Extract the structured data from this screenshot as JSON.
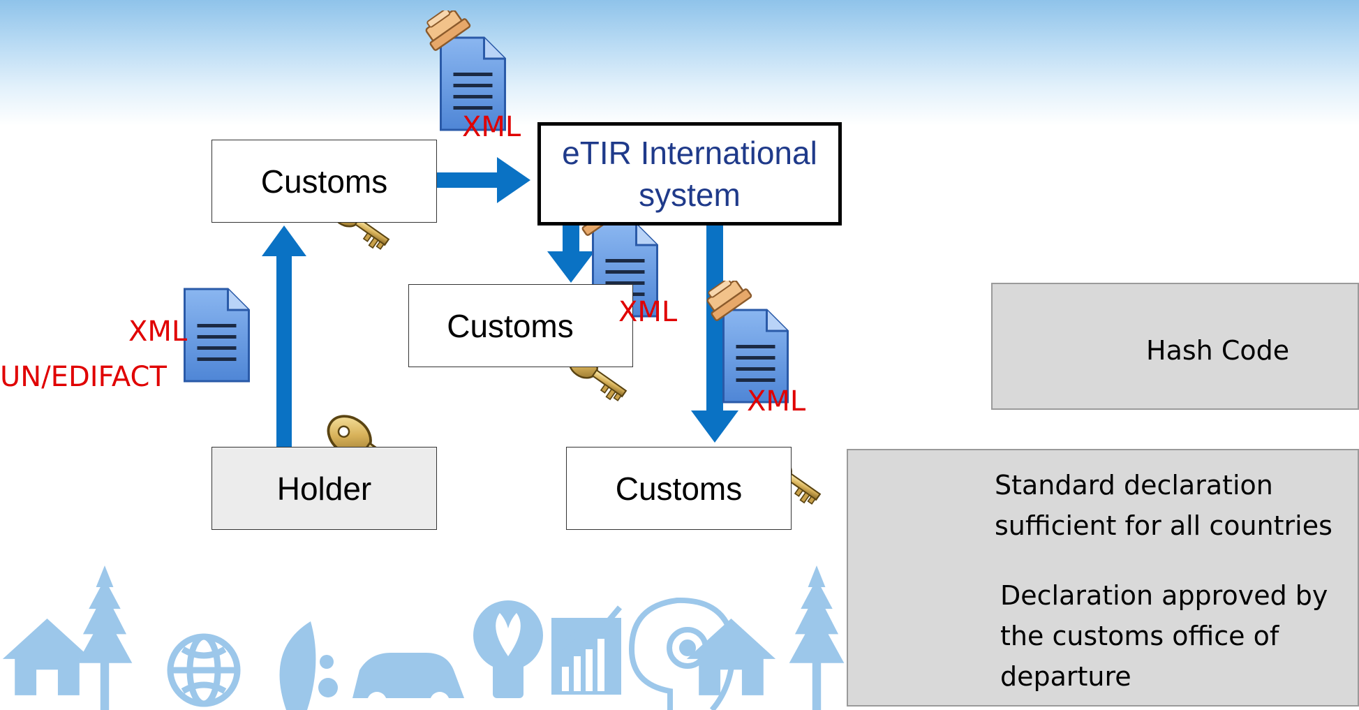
{
  "diagram": {
    "customs_top": "Customs",
    "etir_line1": "eTIR International",
    "etir_line2": "system",
    "customs_middle": "Customs",
    "customs_bottom": "Customs",
    "holder": "Holder",
    "xml_top": "XML",
    "xml_left": "XML",
    "edifact_left": "UN/EDIFACT",
    "xml_middle": "XML",
    "xml_right": "XML"
  },
  "legend": {
    "hash_code": "Hash Code",
    "standard_line1": "Standard declaration",
    "standard_line2": "sufficient for all countries",
    "approved_line1": "Declaration approved by",
    "approved_line2": "the customs office of",
    "approved_line3": "departure"
  },
  "colors": {
    "arrow": "#0a72c4",
    "xml_text": "#e00000",
    "etir_text": "#1f3a8a",
    "document": "#5b93dd"
  },
  "icons": [
    "key-icon",
    "document-icon",
    "approved-stamp-icon",
    "tree-icon",
    "house-icon",
    "globe-icon",
    "leaf-icon",
    "car-icon",
    "lightbulb-icon",
    "chart-icon",
    "gear-head-icon"
  ]
}
